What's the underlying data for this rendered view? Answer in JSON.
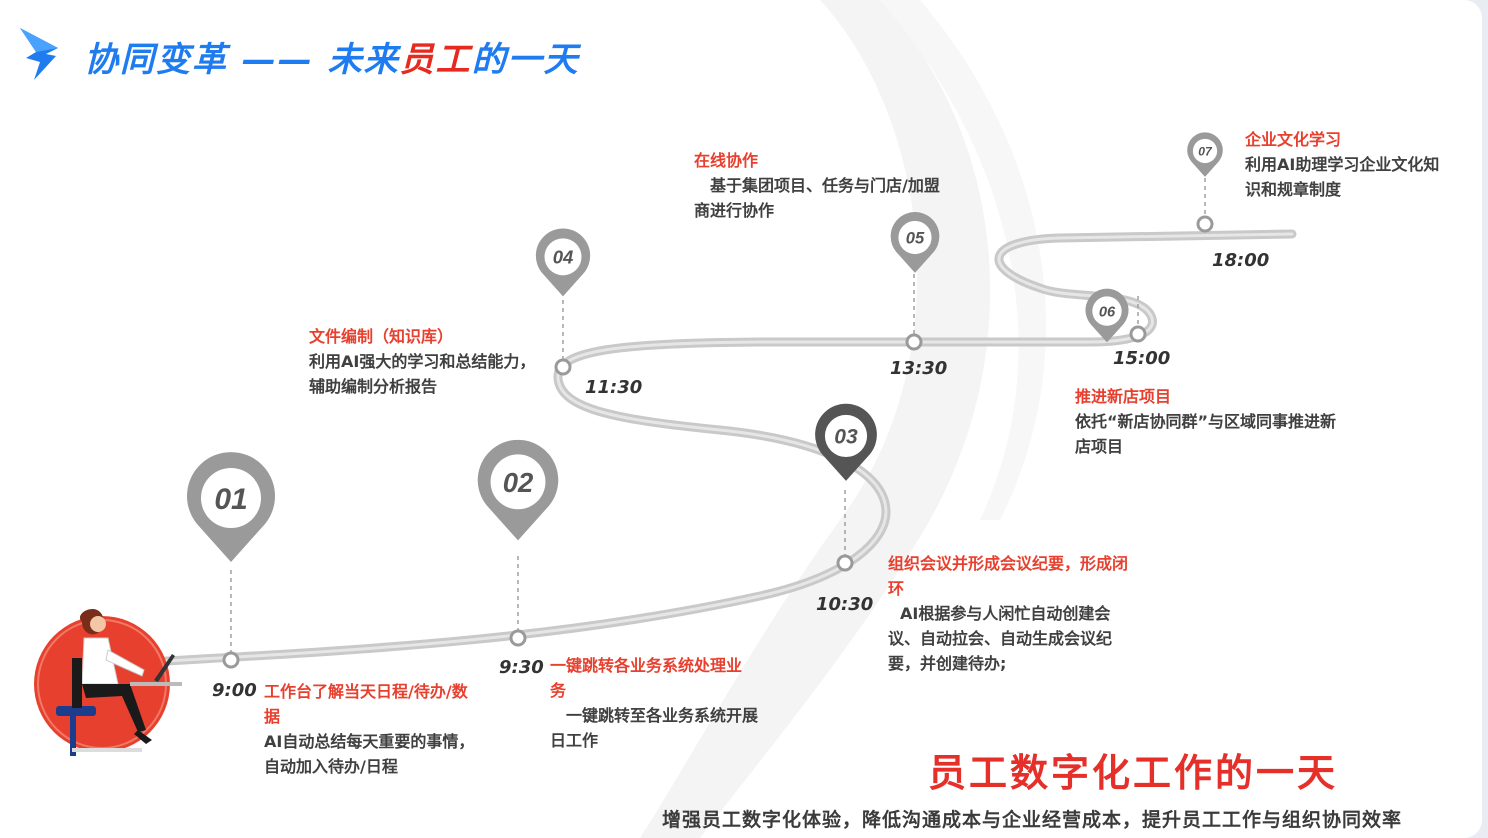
{
  "title": {
    "part1": "协同变革",
    "dash": "——",
    "part2": "未来",
    "highlight": "员工",
    "part3": "的一天"
  },
  "steps": [
    {
      "num": "01",
      "time": "9:00",
      "heading": "工作台了解当天日程/待办/数据",
      "body": "AI自动总结每天重要的事情，自动加入待办/日程"
    },
    {
      "num": "02",
      "time": "9:30",
      "heading": "一键跳转各业务系统处理业务",
      "body": "一键跳转至各业务系统开展日工作"
    },
    {
      "num": "03",
      "time": "10:30",
      "heading": "组织会议并形成会议纪要，形成闭环",
      "body": "AI根据参与人闲忙自动创建会议、自动拉会、自动生成会议纪要，并创建待办;"
    },
    {
      "num": "04",
      "time": "11:30",
      "heading": "文件编制（知识库）",
      "body": "利用AI强大的学习和总结能力，辅助编制分析报告"
    },
    {
      "num": "05",
      "time": "13:30",
      "heading": "在线协作",
      "body": "基于集团项目、任务与门店/加盟商进行协作"
    },
    {
      "num": "06",
      "time": "15:00",
      "heading": "推进新店项目",
      "body": "依托“新店协同群”与区域同事推进新店项目"
    },
    {
      "num": "07",
      "time": "18:00",
      "heading": "企业文化学习",
      "body": "利用AI助理学习企业文化知识和规章制度"
    }
  ],
  "footer": {
    "big_title": "员工数字化工作的一天",
    "subtitle": "增强员工数字化体验，降低沟通成本与企业经营成本，提升员工工作与组织协同效率"
  },
  "colors": {
    "accent_blue": "#1e7cf0",
    "accent_red": "#e8402f",
    "pin_gray": "#9a9a9a",
    "road_gray": "#c9c9c9"
  }
}
